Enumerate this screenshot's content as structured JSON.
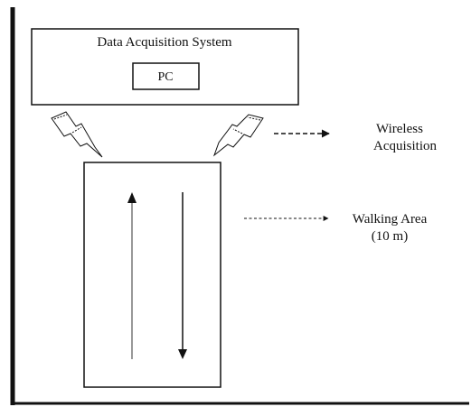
{
  "diagram": {
    "system_box": {
      "title": "Data Acquisition System",
      "pc_label": "PC"
    },
    "wireless_label": {
      "line1": "Wireless",
      "line2": "Acquisition"
    },
    "walking_label": {
      "line1": "Walking Area",
      "line2": "(10 m)"
    },
    "icons": [
      "lightning-bolt-icon",
      "lightning-bolt-icon"
    ],
    "colors": {
      "line": "#111111",
      "background": "#ffffff"
    }
  }
}
